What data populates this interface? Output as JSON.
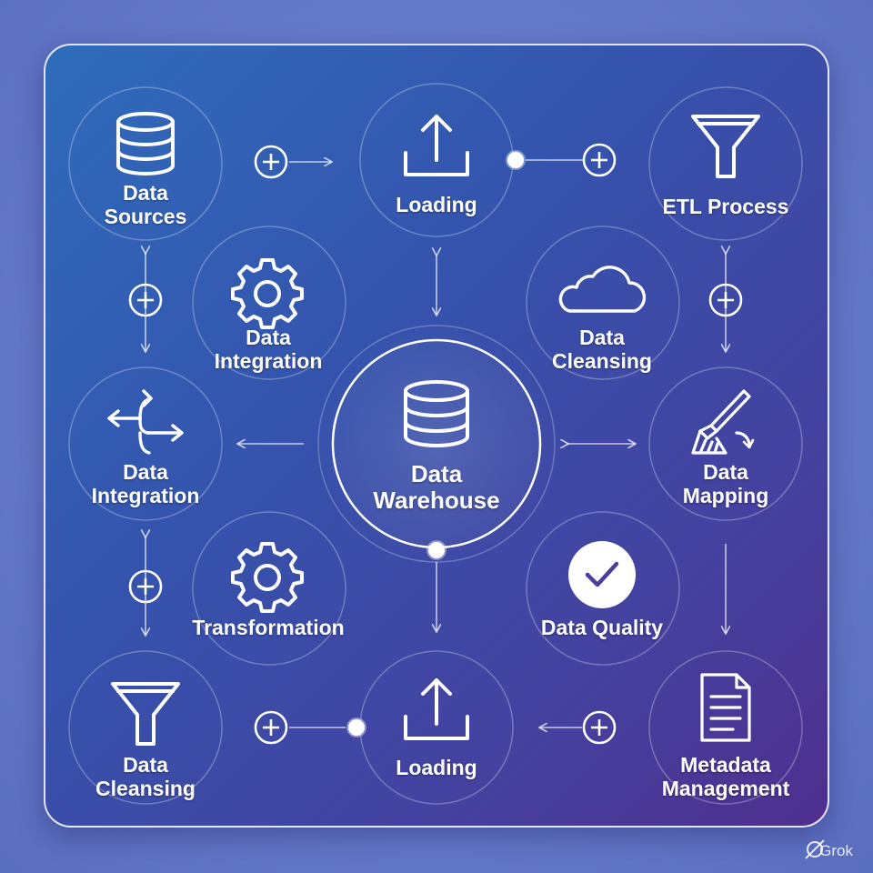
{
  "nodes": {
    "data_sources": {
      "line1": "Data",
      "line2": "Sources",
      "icon": "database-icon"
    },
    "loading_top": {
      "line1": "Loading",
      "icon": "upload-icon"
    },
    "etl_process": {
      "line1": "ETL Process",
      "icon": "funnel-icon"
    },
    "data_integration_gear": {
      "line1": "Data",
      "line2": "Integration",
      "icon": "gear-icon"
    },
    "data_cleansing_cloud": {
      "line1": "Data",
      "line2": "Cleansing",
      "icon": "cloud-icon"
    },
    "data_integration_arrows": {
      "line1": "Data",
      "line2": "Integration",
      "icon": "split-arrows-icon"
    },
    "data_warehouse": {
      "line1": "Data",
      "line2": "Warehouse",
      "icon": "database-icon"
    },
    "data_mapping": {
      "line1": "Data",
      "line2": "Mapping",
      "icon": "broom-icon"
    },
    "transformation": {
      "line1": "Transformation",
      "icon": "gear-icon"
    },
    "data_quality": {
      "line1": "Data Quality",
      "icon": "check-circle-icon"
    },
    "data_cleansing_funnel": {
      "line1": "Data",
      "line2": "Cleansing",
      "icon": "funnel-icon"
    },
    "loading_bottom": {
      "line1": "Loading",
      "icon": "upload-icon"
    },
    "metadata_management": {
      "line1": "Metadata",
      "line2": "Management",
      "icon": "document-icon"
    }
  },
  "brand": {
    "label": "Grok"
  },
  "colors": {
    "background": "#6a7fc9",
    "card_start": "#2f6cbc",
    "card_end": "#4e2f8e",
    "stroke": "#ffffff"
  }
}
